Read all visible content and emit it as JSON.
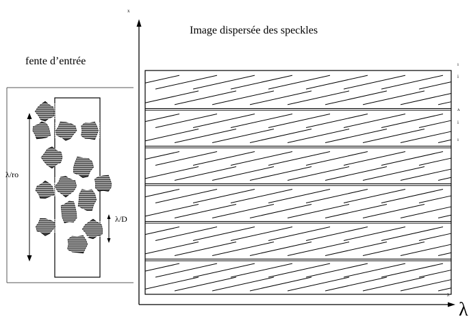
{
  "labels": {
    "dispersed_title": "Image dispersée des speckles",
    "slit_title": "fente d’entrée",
    "lambda_over_ro": "λ/ro",
    "lambda_over_D": "λ/D",
    "lambda_axis": "λ",
    "tick_top": "x",
    "tick_corner": "λ",
    "edge_marks": [
      "ı",
      "i",
      "ʌ",
      "i",
      "ı"
    ]
  },
  "colors": {
    "line": "#000000",
    "background": "#ffffff",
    "speckle_fill": "#3d3d3d"
  }
}
